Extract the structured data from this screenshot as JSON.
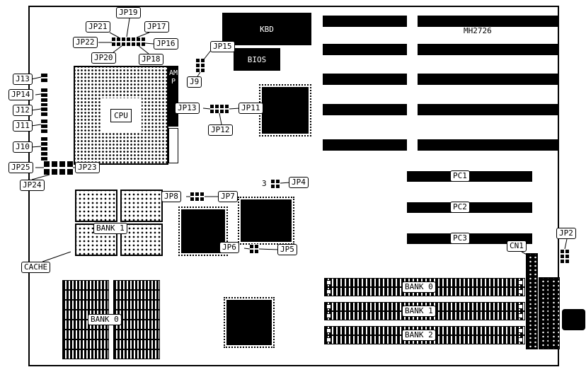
{
  "diagram": {
    "part_number": "MH2726",
    "jumpers": {
      "jp19": "JP19",
      "jp21": "JP21",
      "jp17": "JP17",
      "jp22": "JP22",
      "jp16": "JP16",
      "jp20": "JP20",
      "jp18": "JP18",
      "jp15": "JP15",
      "jp25": "JP25",
      "jp24": "JP24",
      "jp23": "JP23",
      "jp13": "JP13",
      "jp12": "JP12",
      "jp11": "JP11",
      "jp8": "JP8",
      "jp7": "JP7",
      "jp6": "JP6",
      "jp5": "JP5",
      "jp4": "JP4",
      "jp2": "JP2"
    },
    "connectors": {
      "j13": "J13",
      "jp14": "JP14",
      "j12": "J12",
      "j11": "J11",
      "j10": "J10",
      "j9": "J9",
      "cn1": "CN1"
    },
    "slots": {
      "pc1": "PC1",
      "pc2": "PC2",
      "pc3": "PC3"
    },
    "chips": {
      "cpu": "CPU",
      "amp": "AMP",
      "kbd": "KBD",
      "bios": "BIOS"
    },
    "memory": {
      "cache": "CACHE",
      "cache_bank": "BANK 1",
      "dram_bank": "BANK 0",
      "simm_banks": [
        "BANK 0",
        "BANK 1",
        "BANK 2"
      ]
    },
    "annotations": {
      "jp4_pin": "3"
    },
    "colors": {
      "chip": "#000000",
      "board_outline": "#000000",
      "label_bg": "#ffffff"
    }
  }
}
